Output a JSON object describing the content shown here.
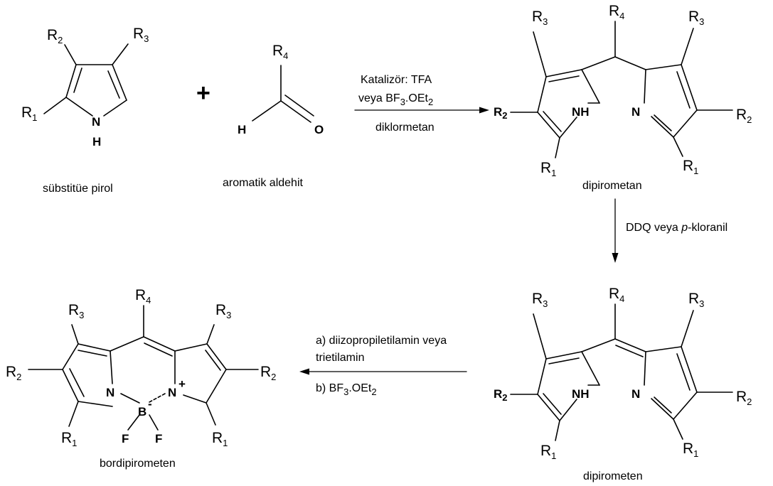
{
  "molecules": {
    "pyrrole": {
      "caption": "sübstitüe pirol",
      "nh_n": "N",
      "nh_h": "H"
    },
    "aldehyde": {
      "caption": "aromatik aldehit",
      "h": "H",
      "o": "O"
    },
    "dipyrromethane": {
      "caption": "dipirometan",
      "nh": "NH",
      "n": "N"
    },
    "dipyrromethene": {
      "caption": "dipirometen",
      "nh": "NH",
      "n": "N"
    },
    "bodipy": {
      "caption": "bordipirometen",
      "n_left": "N",
      "n_right": "N",
      "n_plus": "+",
      "boron": "B",
      "b_minus": "-",
      "f1": "F",
      "f2": "F"
    }
  },
  "plus_sign": "+",
  "r_groups": {
    "r": "R",
    "s1": "1",
    "s2": "2",
    "s3": "3",
    "s4": "4"
  },
  "reactions": {
    "step1": {
      "line1": "Katalizör: TFA",
      "line2_a": "veya BF",
      "line2_s1": "3",
      "line2_b": ".OEt",
      "line2_s2": "2",
      "line3": "diklormetan"
    },
    "step2": {
      "a": "DDQ veya ",
      "b": "p",
      "c": "-kloranil"
    },
    "step3": {
      "line1": "a) diizopropiletilamin veya",
      "line2": "trietilamin",
      "line3_a": "b) BF",
      "line3_s1": "3",
      "line3_b": ".OEt",
      "line3_s2": "2"
    }
  }
}
